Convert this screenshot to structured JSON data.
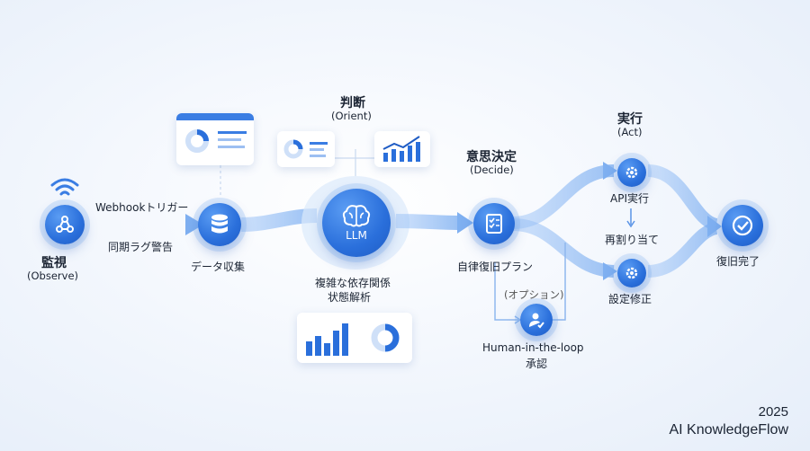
{
  "stages": {
    "observe": {
      "title": "監視",
      "subtitle": "(Observe)",
      "trigger": "Webhookトリガー",
      "alert": "同期ラグ警告",
      "collect": "データ収集"
    },
    "orient": {
      "title": "判断",
      "subtitle": "(Orient)",
      "core_label": "LLM",
      "analysis_line1": "複雑な依存関係",
      "analysis_line2": "状態解析"
    },
    "decide": {
      "title": "意思決定",
      "subtitle": "(Decide)",
      "plan": "自律復旧プラン",
      "optional": "(オプション)",
      "human_line1": "Human-in-the-loop",
      "human_line2": "承認"
    },
    "act": {
      "title": "実行",
      "subtitle": "(Act)",
      "api": "API実行",
      "reassign": "再割り当て",
      "config": "設定修正",
      "complete": "復旧完了"
    }
  },
  "footer": {
    "year": "2025",
    "brand": "AI KnowledgeFlow"
  },
  "colors": {
    "accent": "#2a6fdb",
    "flow": "#8fbaf5",
    "flow_light": "#cfe2fb"
  },
  "icons": [
    "wifi-icon",
    "webhook-icon",
    "database-icon",
    "brain-icon",
    "checklist-icon",
    "user-check-icon",
    "gear-icon",
    "check-icon"
  ]
}
